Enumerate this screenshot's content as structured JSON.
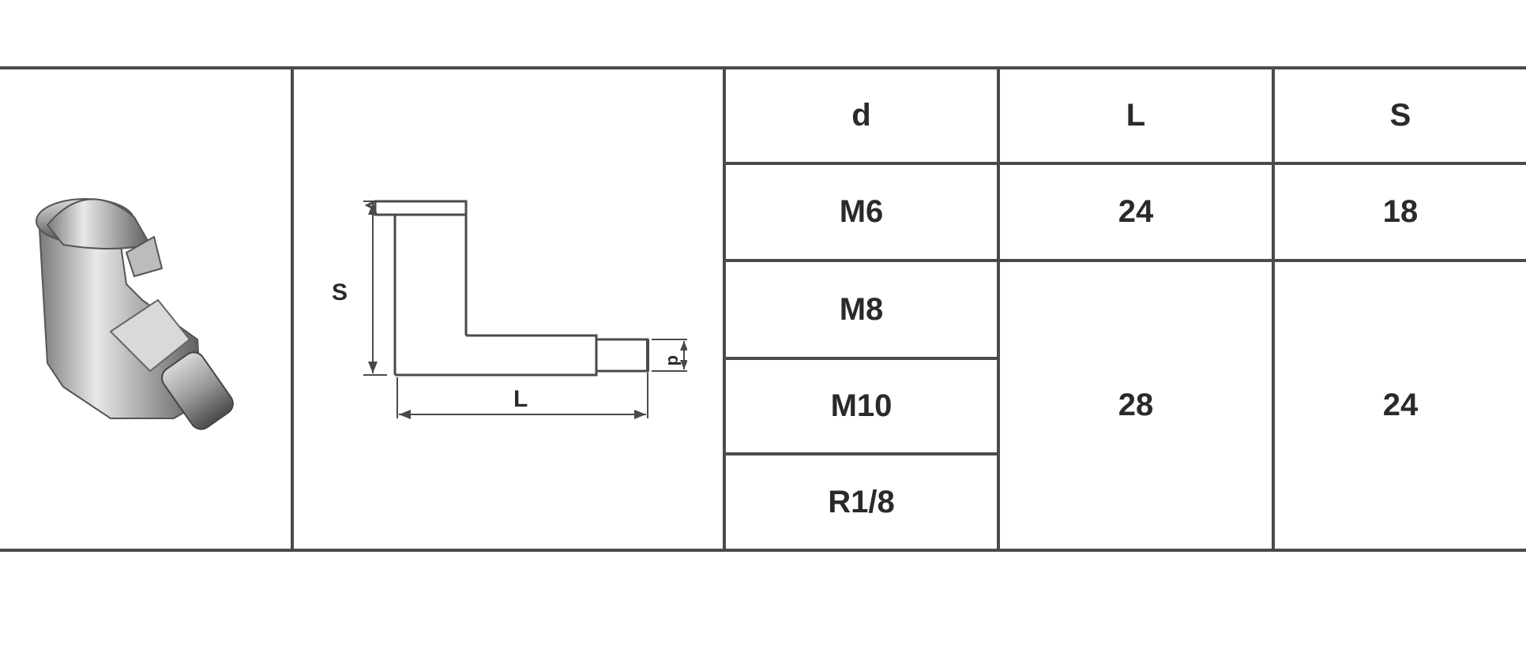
{
  "table": {
    "headers": [
      "d",
      "L",
      "S"
    ],
    "rows": [
      {
        "d": "M6",
        "L": "24",
        "S": "18"
      },
      {
        "d": "M8"
      },
      {
        "d": "M10",
        "L": "28",
        "S": "24"
      },
      {
        "d": "R1/8"
      }
    ]
  },
  "drawing": {
    "label_s": "S",
    "label_l": "L",
    "label_d": "d"
  },
  "colors": {
    "line": "#4a4a4a",
    "text": "#2a2a2a"
  }
}
